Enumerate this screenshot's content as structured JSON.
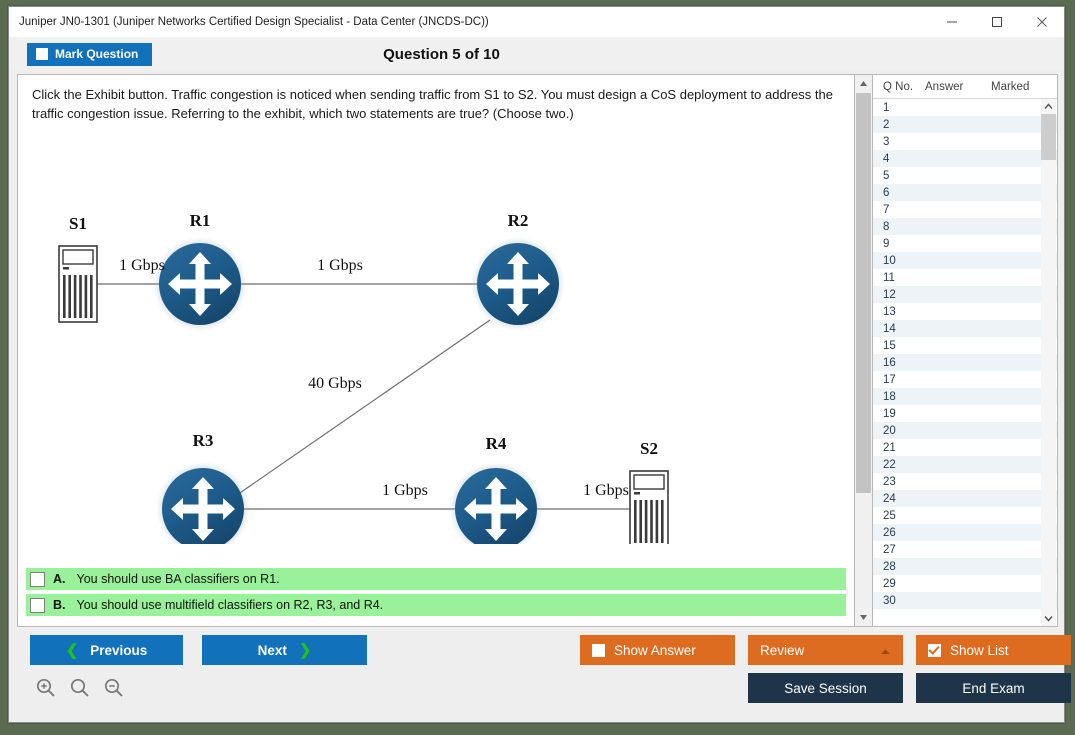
{
  "window": {
    "title": "Juniper JN0-1301 (Juniper Networks Certified Design Specialist - Data Center (JNCDS-DC))",
    "minimize_label": "Minimize",
    "maximize_label": "Maximize",
    "close_label": "Close"
  },
  "header": {
    "mark_question_label": "Mark Question",
    "question_title": "Question 5 of 10"
  },
  "question": {
    "text": "Click the Exhibit button. Traffic congestion is noticed when sending traffic from S1 to S2. You must design a CoS deployment to address the traffic congestion issue. Referring to the exhibit, which two statements are true? (Choose two.)"
  },
  "exhibit": {
    "nodes": [
      {
        "id": "S1",
        "label": "S1",
        "type": "server"
      },
      {
        "id": "R1",
        "label": "R1",
        "type": "router"
      },
      {
        "id": "R2",
        "label": "R2",
        "type": "router"
      },
      {
        "id": "R3",
        "label": "R3",
        "type": "router"
      },
      {
        "id": "R4",
        "label": "R4",
        "type": "router"
      },
      {
        "id": "S2",
        "label": "S2",
        "type": "server"
      }
    ],
    "links": [
      {
        "from": "S1",
        "to": "R1",
        "label": "1 Gbps"
      },
      {
        "from": "R1",
        "to": "R2",
        "label": "1 Gbps"
      },
      {
        "from": "R2",
        "to": "R3",
        "label": "40 Gbps"
      },
      {
        "from": "R3",
        "to": "R4",
        "label": "1 Gbps"
      },
      {
        "from": "R4",
        "to": "S2",
        "label": "1 Gbps"
      }
    ]
  },
  "options": [
    {
      "letter": "A.",
      "text": "You should use BA classifiers on R1.",
      "checked": false
    },
    {
      "letter": "B.",
      "text": "You should use multifield classifiers on R2, R3, and R4.",
      "checked": false
    }
  ],
  "question_list": {
    "columns": [
      "Q No.",
      "Answer",
      "Marked"
    ],
    "rows": [
      {
        "no": "1",
        "answer": "",
        "marked": ""
      },
      {
        "no": "2",
        "answer": "",
        "marked": ""
      },
      {
        "no": "3",
        "answer": "",
        "marked": ""
      },
      {
        "no": "4",
        "answer": "",
        "marked": ""
      },
      {
        "no": "5",
        "answer": "",
        "marked": ""
      },
      {
        "no": "6",
        "answer": "",
        "marked": ""
      },
      {
        "no": "7",
        "answer": "",
        "marked": ""
      },
      {
        "no": "8",
        "answer": "",
        "marked": ""
      },
      {
        "no": "9",
        "answer": "",
        "marked": ""
      },
      {
        "no": "10",
        "answer": "",
        "marked": ""
      },
      {
        "no": "11",
        "answer": "",
        "marked": ""
      },
      {
        "no": "12",
        "answer": "",
        "marked": ""
      },
      {
        "no": "13",
        "answer": "",
        "marked": ""
      },
      {
        "no": "14",
        "answer": "",
        "marked": ""
      },
      {
        "no": "15",
        "answer": "",
        "marked": ""
      },
      {
        "no": "16",
        "answer": "",
        "marked": ""
      },
      {
        "no": "17",
        "answer": "",
        "marked": ""
      },
      {
        "no": "18",
        "answer": "",
        "marked": ""
      },
      {
        "no": "19",
        "answer": "",
        "marked": ""
      },
      {
        "no": "20",
        "answer": "",
        "marked": ""
      },
      {
        "no": "21",
        "answer": "",
        "marked": ""
      },
      {
        "no": "22",
        "answer": "",
        "marked": ""
      },
      {
        "no": "23",
        "answer": "",
        "marked": ""
      },
      {
        "no": "24",
        "answer": "",
        "marked": ""
      },
      {
        "no": "25",
        "answer": "",
        "marked": ""
      },
      {
        "no": "26",
        "answer": "",
        "marked": ""
      },
      {
        "no": "27",
        "answer": "",
        "marked": ""
      },
      {
        "no": "28",
        "answer": "",
        "marked": ""
      },
      {
        "no": "29",
        "answer": "",
        "marked": ""
      },
      {
        "no": "30",
        "answer": "",
        "marked": ""
      }
    ]
  },
  "footer": {
    "previous_label": "Previous",
    "next_label": "Next",
    "show_answer_label": "Show Answer",
    "show_answer_checked": false,
    "review_label": "Review",
    "show_list_label": "Show List",
    "show_list_checked": true,
    "save_session_label": "Save Session",
    "end_exam_label": "End Exam",
    "zoom_in_label": "Zoom In",
    "zoom_reset_label": "Zoom Reset",
    "zoom_out_label": "Zoom Out"
  },
  "colors": {
    "accent_blue": "#1171ba",
    "accent_orange": "#dd6b20",
    "navy": "#1d3449",
    "option_green": "#99f299",
    "router_blue": "#1d5b8a"
  }
}
